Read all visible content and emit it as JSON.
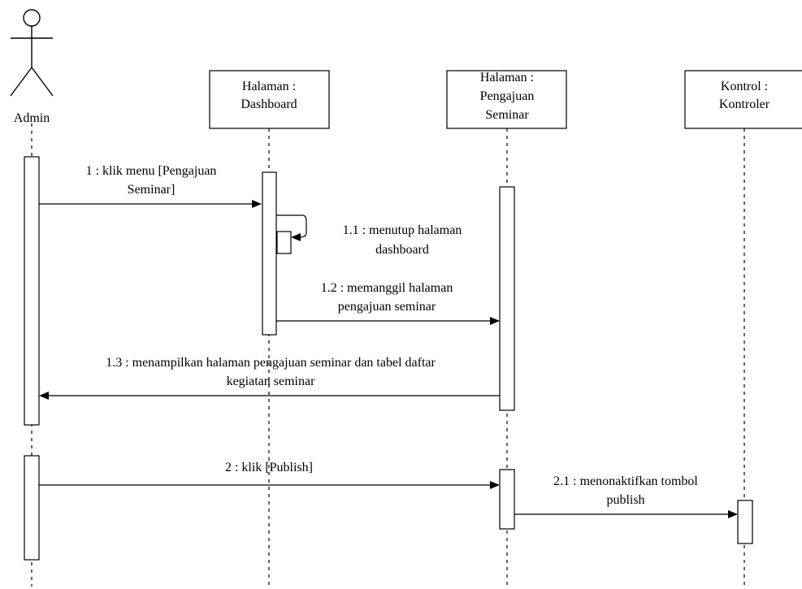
{
  "actor": {
    "name": "Admin"
  },
  "participants": [
    {
      "id": "dashboard",
      "lines": [
        "Halaman :",
        "Dashboard"
      ]
    },
    {
      "id": "pengajuan",
      "lines": [
        "Halaman :",
        "Pengajuan",
        "Seminar"
      ]
    },
    {
      "id": "kontroler",
      "lines": [
        "Kontrol :",
        "Kontroler"
      ]
    }
  ],
  "messages": [
    {
      "id": "m1",
      "from": "Admin",
      "to": "Halaman : Dashboard",
      "lines": [
        "1 : klik menu [Pengajuan",
        "Seminar]"
      ]
    },
    {
      "id": "m1_1",
      "from": "Halaman : Dashboard",
      "to": "Halaman : Dashboard",
      "lines": [
        "1.1 : menutup halaman",
        "dashboard"
      ]
    },
    {
      "id": "m1_2",
      "from": "Halaman : Dashboard",
      "to": "Halaman : Pengajuan Seminar",
      "lines": [
        "1.2 : memanggil halaman",
        "pengajuan seminar"
      ]
    },
    {
      "id": "m1_3",
      "from": "Halaman : Pengajuan Seminar",
      "to": "Admin",
      "lines": [
        "1.3 : menampilkan halaman pengajuan seminar dan tabel daftar",
        "kegiatan seminar"
      ]
    },
    {
      "id": "m2",
      "from": "Admin",
      "to": "Halaman : Pengajuan Seminar",
      "lines": [
        "2 : klik [Publish]"
      ]
    },
    {
      "id": "m2_1",
      "from": "Halaman : Pengajuan Seminar",
      "to": "Kontrol : Kontroler",
      "lines": [
        "2.1 : menonaktifkan tombol",
        "publish"
      ]
    }
  ]
}
